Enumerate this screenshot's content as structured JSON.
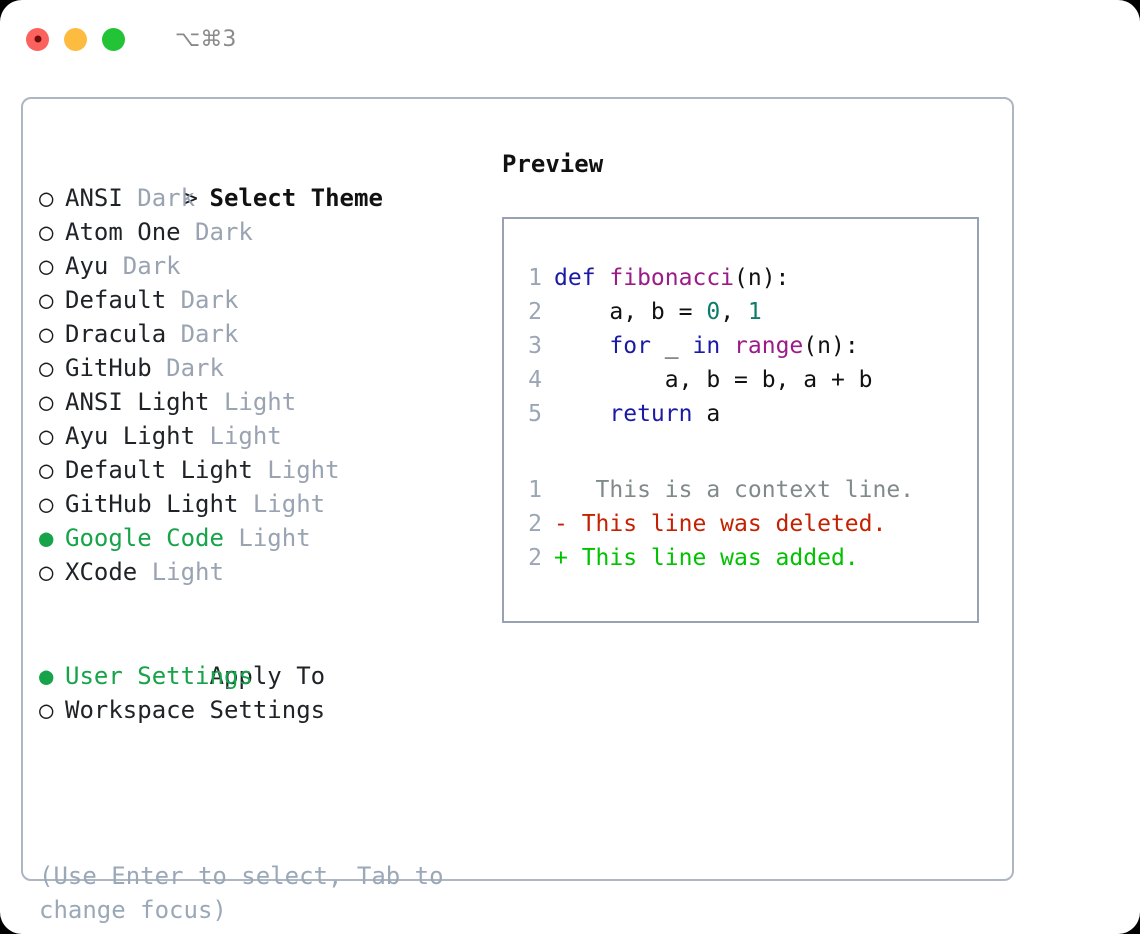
{
  "titlebar": {
    "shortcut": "⌥⌘3",
    "buttons": [
      {
        "name": "close",
        "color": "#fc625d"
      },
      {
        "name": "minimize",
        "color": "#fdbc40"
      },
      {
        "name": "maximize",
        "color": "#22c436"
      }
    ]
  },
  "theme_picker": {
    "heading_marker": ">",
    "heading": "Select Theme",
    "marker_selected": "●",
    "marker_unselected": "○",
    "items": [
      {
        "name": "ANSI",
        "kind": "Dark",
        "selected": false
      },
      {
        "name": "Atom One",
        "kind": "Dark",
        "selected": false
      },
      {
        "name": "Ayu",
        "kind": "Dark",
        "selected": false
      },
      {
        "name": "Default",
        "kind": "Dark",
        "selected": false
      },
      {
        "name": "Dracula",
        "kind": "Dark",
        "selected": false
      },
      {
        "name": "GitHub",
        "kind": "Dark",
        "selected": false
      },
      {
        "name": "ANSI Light",
        "kind": "Light",
        "selected": false
      },
      {
        "name": "Ayu Light",
        "kind": "Light",
        "selected": false
      },
      {
        "name": "Default Light",
        "kind": "Light",
        "selected": false
      },
      {
        "name": "GitHub Light",
        "kind": "Light",
        "selected": false
      },
      {
        "name": "Google Code",
        "kind": "Light",
        "selected": true
      },
      {
        "name": "XCode",
        "kind": "Light",
        "selected": false
      }
    ]
  },
  "apply_to": {
    "heading": "Apply To",
    "options": [
      {
        "name": "User Settings",
        "selected": true
      },
      {
        "name": "Workspace Settings",
        "selected": false
      }
    ]
  },
  "hint": "(Use Enter to select, Tab to change focus)",
  "preview": {
    "title": "Preview",
    "code": [
      {
        "num": "1",
        "tokens": [
          {
            "t": "def ",
            "c": "kw"
          },
          {
            "t": "fibonacci",
            "c": "fn"
          },
          {
            "t": "(n):",
            "c": "pl"
          }
        ]
      },
      {
        "num": "2",
        "tokens": [
          {
            "t": "    a, b = ",
            "c": "pl"
          },
          {
            "t": "0",
            "c": "num"
          },
          {
            "t": ", ",
            "c": "pl"
          },
          {
            "t": "1",
            "c": "num"
          }
        ]
      },
      {
        "num": "3",
        "tokens": [
          {
            "t": "    ",
            "c": "pl"
          },
          {
            "t": "for",
            "c": "kw"
          },
          {
            "t": " _ ",
            "c": "pl"
          },
          {
            "t": "in",
            "c": "kw"
          },
          {
            "t": " ",
            "c": "pl"
          },
          {
            "t": "range",
            "c": "fn"
          },
          {
            "t": "(n):",
            "c": "pl"
          }
        ]
      },
      {
        "num": "4",
        "tokens": [
          {
            "t": "        a, b = b, a + b",
            "c": "pl"
          }
        ]
      },
      {
        "num": "5",
        "tokens": [
          {
            "t": "    ",
            "c": "pl"
          },
          {
            "t": "return",
            "c": "kw"
          },
          {
            "t": " a",
            "c": "pl"
          }
        ]
      }
    ],
    "diff": [
      {
        "num": "1",
        "marker": " ",
        "text": "  This is a context line.",
        "kind": "ctx"
      },
      {
        "num": "2",
        "marker": "-",
        "text": " This line was deleted.",
        "kind": "del"
      },
      {
        "num": "2",
        "marker": "+",
        "text": " This line was added.",
        "kind": "add"
      }
    ]
  },
  "colors": {
    "accent_green": "#16a34a",
    "diff_add": "#00c200",
    "diff_del": "#c42100",
    "muted": "#9aa3b2",
    "keyword": "#1a1aa6",
    "function": "#9b1b87",
    "number": "#0e7c6b",
    "border": "#98a2b3"
  }
}
